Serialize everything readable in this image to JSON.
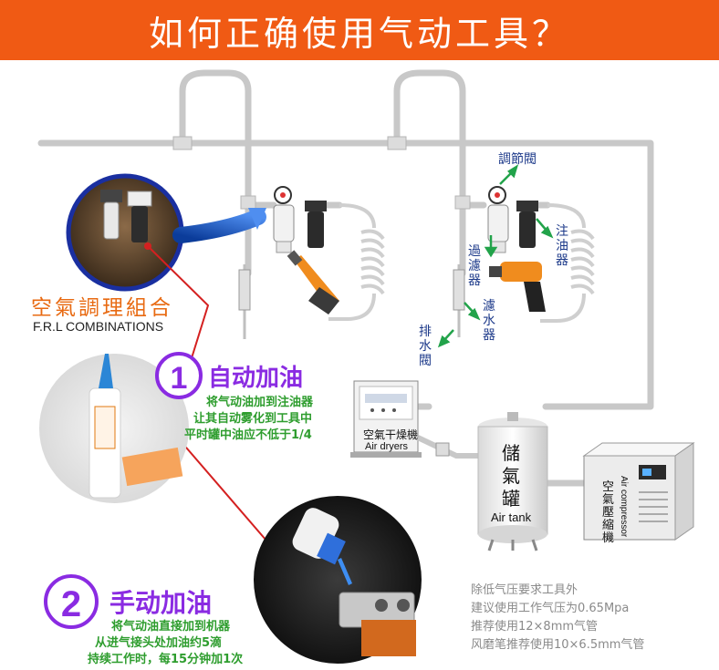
{
  "title": "如何正确使用气动工具？",
  "frl": {
    "cn": "空氣調理組合",
    "en": "F.R.L COMBINATIONS"
  },
  "auto": {
    "num": "1",
    "title": "自动加油",
    "lines": [
      "将气动油加到注油器",
      "让其自动雾化到工具中",
      "平时罐中油应不低于1/4"
    ]
  },
  "manual": {
    "num": "2",
    "title": "手动加油",
    "lines": [
      "将气动油直接加到机器",
      "从进气接头处加油约5滴",
      "持续工作时，每15分钟加1次"
    ]
  },
  "parts": {
    "regulator": "調節閥",
    "lubricator": "注油器",
    "filter": "過濾器",
    "drain_filter": "濾水器",
    "drain_valve": "排水閥"
  },
  "tank": {
    "cn": "儲氣罐",
    "en": "Air tank"
  },
  "dryer": {
    "cn": "空氣干燥機",
    "en": "Air dryers"
  },
  "compressor": {
    "cn": "空氣壓縮機",
    "en": "Air compressor"
  },
  "notes": [
    "除低气压要求工具外",
    "建议使用工作气压为0.65Mpa",
    "推荐使用12×8mm气管",
    "风磨笔推荐使用10×6.5mm气管"
  ],
  "colors": {
    "banner": "#f05a14",
    "accent_purple": "#8a2be2",
    "accent_green": "#2e9d2e",
    "label_blue": "#1d3a8a"
  }
}
